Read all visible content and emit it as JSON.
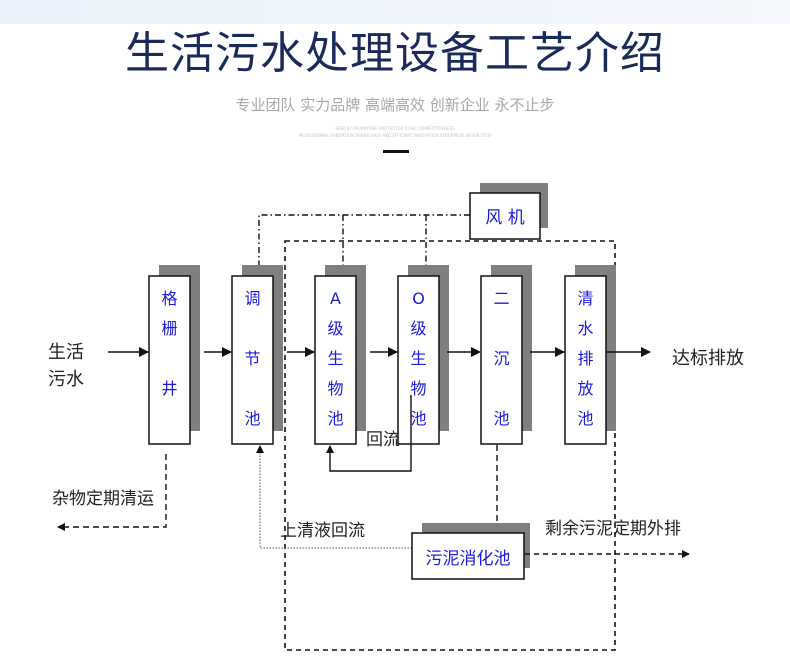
{
  "header": {
    "title": "生活污水处理设备工艺介绍",
    "slogan": "专业团队  实力品牌  高端高效  创新企业  永不止步",
    "tagline_line1": "SEEK BY PROMOTING PROTECTOR CORE COMPETITIVENESS",
    "tagline_line2": "PROFESSIONAL SANITATION BRAND HIGH AND EFFICIENT INNOVATION ENTERPRISE NEVER STOP"
  },
  "diagram": {
    "input_label": [
      "生活",
      "污水"
    ],
    "output_label": "达标排放",
    "process_units": [
      {
        "id": "grid-well",
        "chars": [
          "格",
          "栅",
          "",
          "井"
        ]
      },
      {
        "id": "equalization-tank",
        "chars": [
          "调",
          "",
          "节",
          "",
          "池"
        ]
      },
      {
        "id": "a-stage-bio-tank",
        "chars": [
          "A",
          "级",
          "生",
          "物",
          "池"
        ]
      },
      {
        "id": "o-stage-bio-tank",
        "chars": [
          "O",
          "级",
          "生",
          "物",
          "池"
        ]
      },
      {
        "id": "secondary-settling-tank",
        "chars": [
          "二",
          "",
          "沉",
          "",
          "池"
        ]
      },
      {
        "id": "clear-water-tank",
        "chars": [
          "清",
          "水",
          "排",
          "放",
          "池"
        ]
      }
    ],
    "blower": "风 机",
    "sludge_digester": "污泥消化池",
    "labels": {
      "return_flow": "回流",
      "debris_removal": "杂物定期清运",
      "supernatant_return": "上清液回流",
      "excess_sludge": "剩余污泥定期外排"
    },
    "colors": {
      "box_text": "#1a1ae0",
      "shadow": "#7f7f7f",
      "line": "#111111",
      "title": "#1a2a5a"
    }
  }
}
